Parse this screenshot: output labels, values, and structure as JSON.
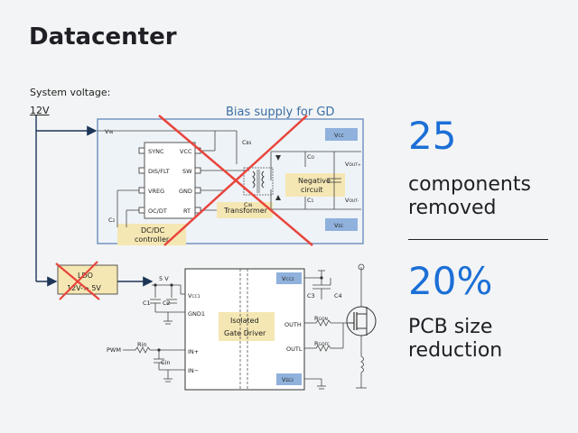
{
  "title": "Datacenter",
  "system_voltage_label": "System voltage:",
  "input_voltage": "12V",
  "bias_supply_label": "Bias supply for GD",
  "stats": [
    {
      "value": "25",
      "line1": "components",
      "line2": "removed"
    },
    {
      "value": "20%",
      "line1": "PCB size",
      "line2": "reduction"
    }
  ],
  "bias": {
    "vin": "V",
    "vin_sub": "IN",
    "pins_left": [
      "SYNC",
      "DIS/FLT",
      "VREG",
      "OC/DT"
    ],
    "pins_right": [
      "VCC",
      "SW",
      "GND",
      "RT"
    ],
    "controller_label_1": "DC/DC",
    "controller_label_2": "controller",
    "transformer_label": "Transformer",
    "negative_label_1": "Negative",
    "negative_label_2": "circuit",
    "vcc_box": "V",
    "vcc_box_sub": "CC",
    "vee_box": "V",
    "vee_box_sub": "EE",
    "vout_pos": "V",
    "vout_pos_sub": "OUT+",
    "vout_neg": "V",
    "vout_neg_sub": "OUT-",
    "c_bs": "C",
    "c_bs_sub": "BS",
    "c_in": "C",
    "c_in_sub": "IN",
    "c_o": "C",
    "c_o_sub": "O",
    "c1_cap": "C",
    "c1_cap_sub": "1",
    "c2_cap": "C",
    "c2_cap_sub": "2"
  },
  "ldo": {
    "line1": "LDO",
    "line2": "12V-> 5V"
  },
  "driver": {
    "label_1": "Isolated",
    "label_2": "Gate Driver",
    "supply": "5 V",
    "pin_vcc1": "V",
    "pin_vcc1_sub": "CC1",
    "pin_gnd1": "GND1",
    "pin_in_plus": "IN+",
    "pin_in_minus": "IN−",
    "pin_outh": "OUTH",
    "pin_outl": "OUTL",
    "vcc2": "V",
    "vcc2_sub": "CC2",
    "vee2": "V",
    "vee2_sub": "EE2",
    "c1": "C1",
    "c2": "C2",
    "c3": "C3",
    "c4": "C4",
    "pwm": "PWM",
    "rin": "Rin",
    "cin": "Cin",
    "rgon": "R",
    "rgon_sub": "GON",
    "rgoff": "R",
    "rgoff_sub": "GOFF"
  },
  "colors": {
    "accent": "#1b6fd6",
    "highlight": "#f5e7b3",
    "cross": "#e8453c",
    "box_blue": "#8fb1dc",
    "navy": "#1d3557"
  }
}
